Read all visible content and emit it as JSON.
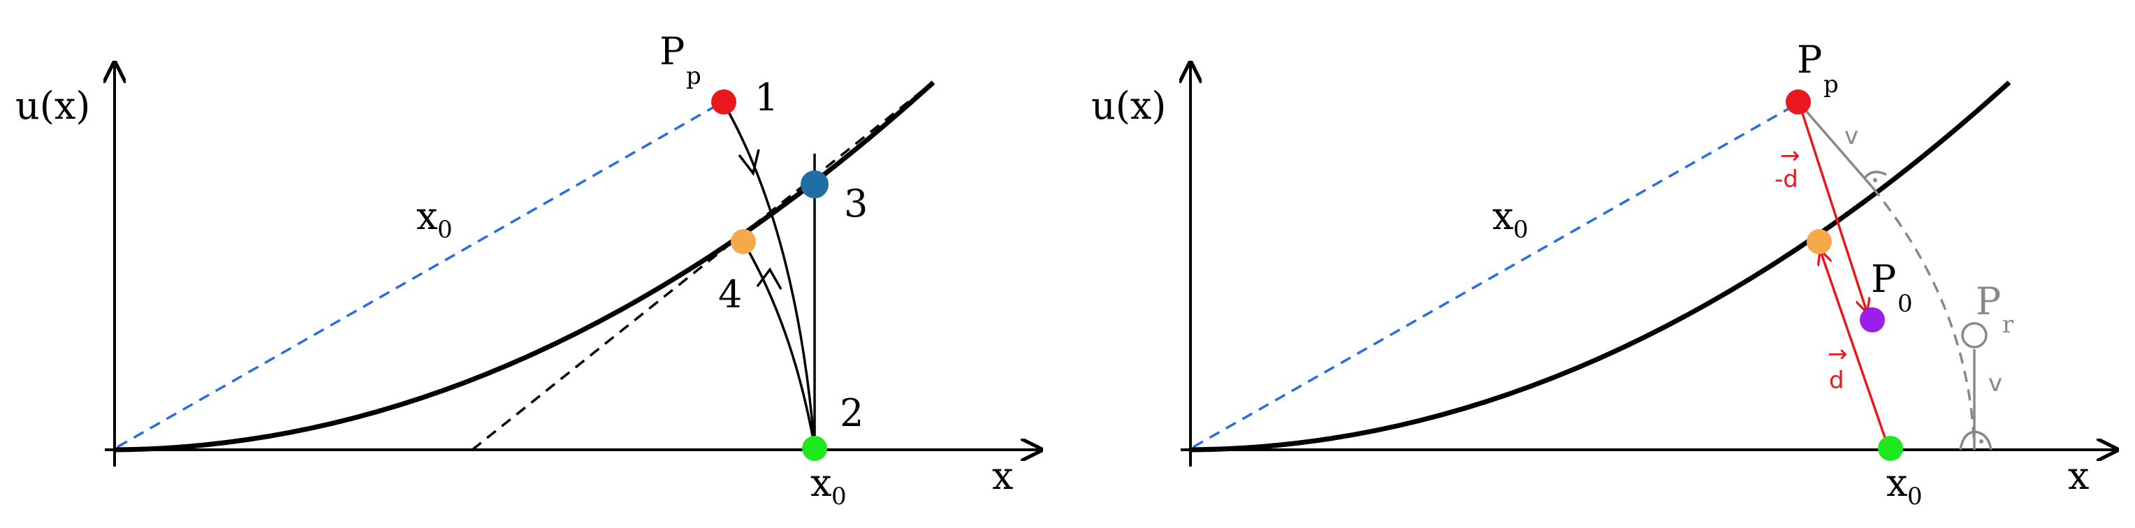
{
  "left_panel": {
    "axis_y_label": "u(x)",
    "axis_x_label": "x",
    "blue_line_label": "x",
    "blue_line_label_sub": "0",
    "point_pp_label": "P",
    "point_pp_sub": "p",
    "bottom_point_label": "x",
    "bottom_point_sub": "0",
    "step_labels": [
      "1",
      "2",
      "3",
      "4"
    ]
  },
  "right_panel": {
    "axis_y_label": "u(x)",
    "axis_x_label": "x",
    "blue_line_label": "x",
    "blue_line_label_sub": "0",
    "point_pp_label": "P",
    "point_pp_sub": "p",
    "point_p0_label": "P",
    "point_p0_sub": "0",
    "point_pr_label": "P",
    "point_pr_sub": "r",
    "bottom_point_label": "x",
    "bottom_point_sub": "0",
    "vector_minus_d": "-d",
    "vector_d": "d",
    "vec_arrow": "→",
    "v_label_top": "v",
    "v_label_bottom": "v"
  },
  "colors": {
    "red_point": "#e8181c",
    "blue_point": "#1f6fa5",
    "orange_point": "#f6a94a",
    "green_point": "#1fe81f",
    "purple_point": "#9b1fe8",
    "blue_dashed": "#2a6de0",
    "gray": "#888888"
  }
}
